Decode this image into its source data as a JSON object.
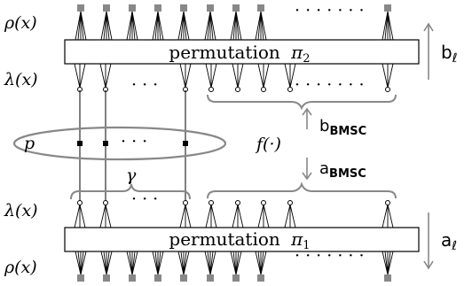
{
  "rows": {
    "rho_top": "ρ(x)",
    "lambda_top": "λ(x)",
    "lambda_bottom": "λ(x)",
    "rho_bottom": "ρ(x)"
  },
  "boxes": {
    "top": {
      "word": "permutation",
      "symbol": "π",
      "sub": "2"
    },
    "bottom": {
      "word": "permutation",
      "symbol": "π",
      "sub": "1"
    }
  },
  "arrows": {
    "b_l": {
      "main": "b",
      "sub": "ℓ"
    },
    "a_l": {
      "main": "a",
      "sub": "ℓ"
    },
    "b_bmsc": {
      "main": "b",
      "sub": "BMSC"
    },
    "a_bmsc": {
      "main": "a",
      "sub": "BMSC"
    }
  },
  "ellipse_label": "p",
  "gamma": "γ",
  "func": "f(·)",
  "dots": "· · ·",
  "dots_long": "· · · · · · ·",
  "colors": {
    "gray": "#888888",
    "ink": "#000000"
  }
}
